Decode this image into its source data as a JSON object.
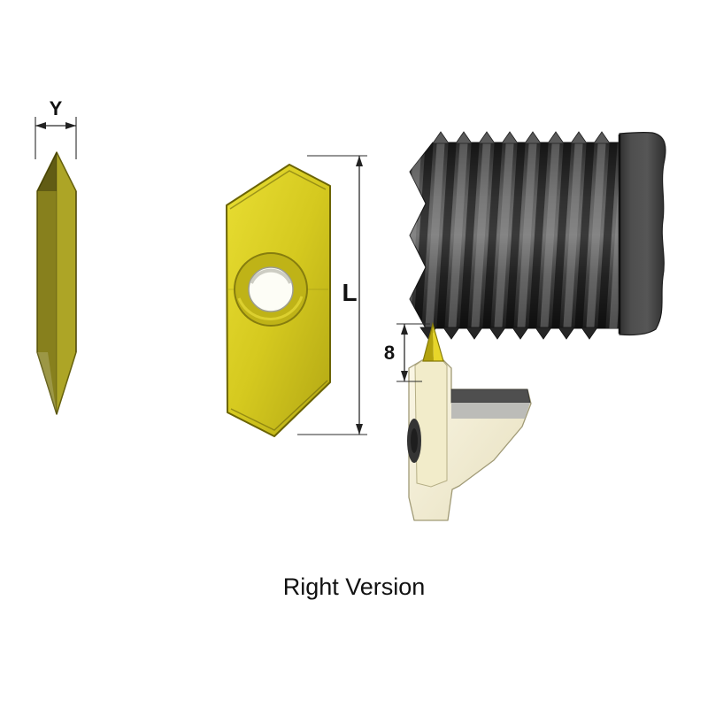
{
  "page": {
    "caption": "Right Version",
    "background": "#ffffff"
  },
  "figures": {
    "side_view": {
      "description": "insert-side-profile-view",
      "dimension_label": "Y"
    },
    "front_view": {
      "description": "threading-insert-front-view-with-center-hole",
      "dimension_label": "L"
    },
    "screw": {
      "description": "threaded-screw-workpiece"
    },
    "holder": {
      "description": "tool-holder-with-mounted-insert",
      "dimension_label": "8"
    }
  },
  "colors": {
    "insert_yellow": "#d5c91f",
    "insert_olive": "#ada526",
    "screw_gray": "#3f3f3f",
    "holder_cream": "#f2ecca",
    "line": "#2b2b2b",
    "text": "#111111"
  }
}
